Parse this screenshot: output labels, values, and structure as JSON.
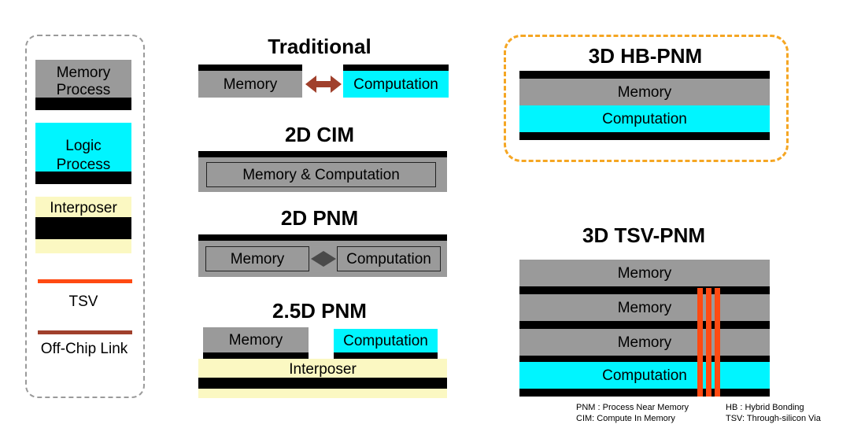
{
  "legend": {
    "memory_process": "Memory Process",
    "logic_process": "Logic Process",
    "interposer": "Interposer",
    "tsv": "TSV",
    "off_chip_link": "Off-Chip Link"
  },
  "traditional": {
    "title": "Traditional",
    "memory": "Memory",
    "computation": "Computation"
  },
  "cim_2d": {
    "title": "2D CIM",
    "block": "Memory & Computation"
  },
  "pnm_2d": {
    "title": "2D PNM",
    "memory": "Memory",
    "computation": "Computation"
  },
  "pnm_25d": {
    "title": "2.5D PNM",
    "memory": "Memory",
    "computation": "Computation",
    "interposer": "Interposer"
  },
  "hb_pnm_3d": {
    "title": "3D HB-PNM",
    "memory": "Memory",
    "computation": "Computation"
  },
  "tsv_pnm_3d": {
    "title": "3D TSV-PNM",
    "layers": [
      "Memory",
      "Memory",
      "Memory",
      "Computation"
    ]
  },
  "footnotes": {
    "pnm": "PNM : Process Near Memory",
    "cim": "CIM: Compute In Memory",
    "hb": "HB : Hybrid Bonding",
    "tsv": "TSV:  Through-silicon Via"
  },
  "colors": {
    "memory": "#9a9a9a",
    "logic": "#00f5ff",
    "interposer": "#fbf8c2",
    "tsv": "#ff4a12",
    "off_chip_link": "#a0402c",
    "highlight_border": "#f5a623",
    "legend_border": "#9a9a9a"
  }
}
